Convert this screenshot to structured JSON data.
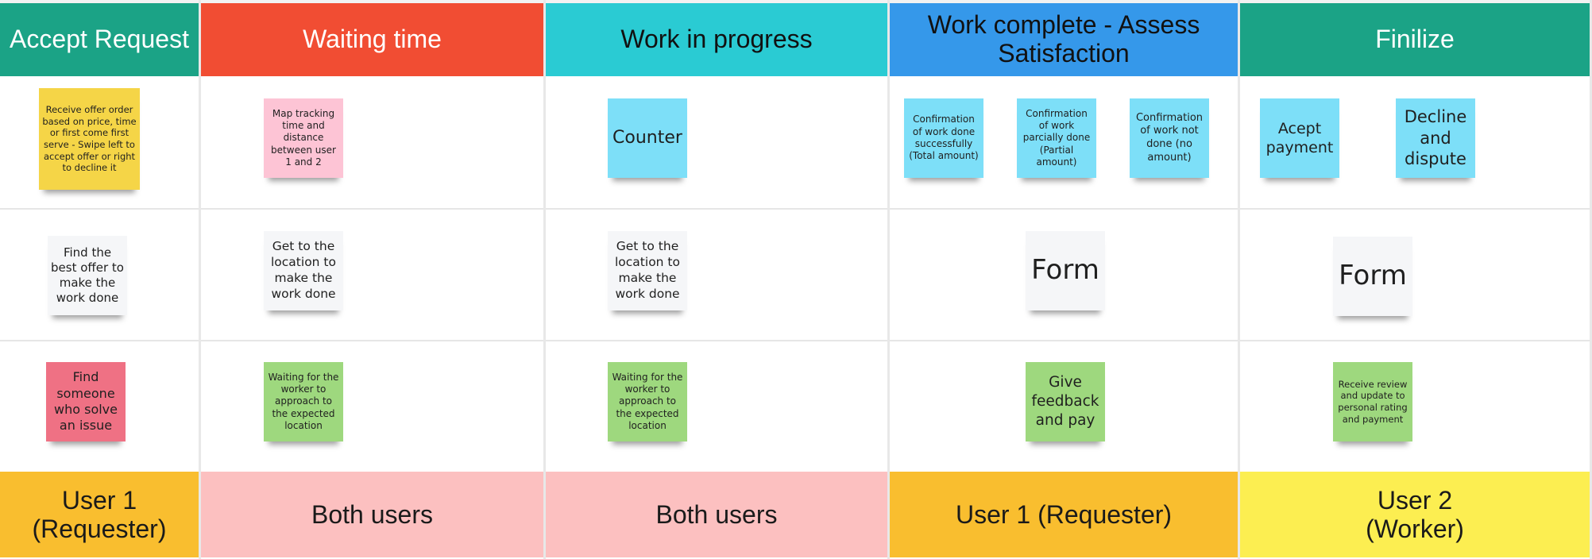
{
  "colors": {
    "col1_header": "#1ba386",
    "col2_header": "#f14d33",
    "col3_header": "#2acbd3",
    "col4_header": "#3598ea",
    "col5_header": "#1ba386",
    "footer_orange": "#f9be2f",
    "footer_pink": "#fcc0c0",
    "footer_yellow": "#fcee51",
    "note_yellow": "#f5d547",
    "note_pink": "#fdc4d5",
    "note_blue": "#7ddff8",
    "note_white": "#f5f6f8",
    "note_red": "#ef7184",
    "note_green": "#9ed87e"
  },
  "columns": [
    {
      "header": "Accept Request",
      "footer": "User 1\n(Requester)",
      "notes": [
        "Receive offer order based on price, time or first come first serve - Swipe left to accept offer or right to decline it",
        "Find the best offer to make the work done",
        "Find someone who solve an issue"
      ]
    },
    {
      "header": "Waiting time",
      "footer": "Both users",
      "notes": [
        "Map tracking time and distance between user 1 and 2",
        "Get to the location to make the work done",
        "Waiting for the worker to approach to the expected location"
      ]
    },
    {
      "header": "Work in progress",
      "footer": "Both users",
      "notes": [
        "Counter",
        "Get to the location to make the work done",
        "Waiting for the worker to approach to the expected location"
      ]
    },
    {
      "header": "Work complete - Assess Satisfaction",
      "footer": "User 1 (Requester)",
      "notes": [
        "Confirmation of work done successfully (Total amount)",
        "Confirmation of work parcially done (Partial amount)",
        "Confirmation of work not done (no amount)",
        "Form",
        "Give feedback and  pay"
      ]
    },
    {
      "header": "Finilize",
      "footer": "User 2\n(Worker)",
      "notes": [
        "Acept payment",
        "Decline and dispute",
        "Form",
        "Receive review and update to personal  rating and payment"
      ]
    }
  ]
}
